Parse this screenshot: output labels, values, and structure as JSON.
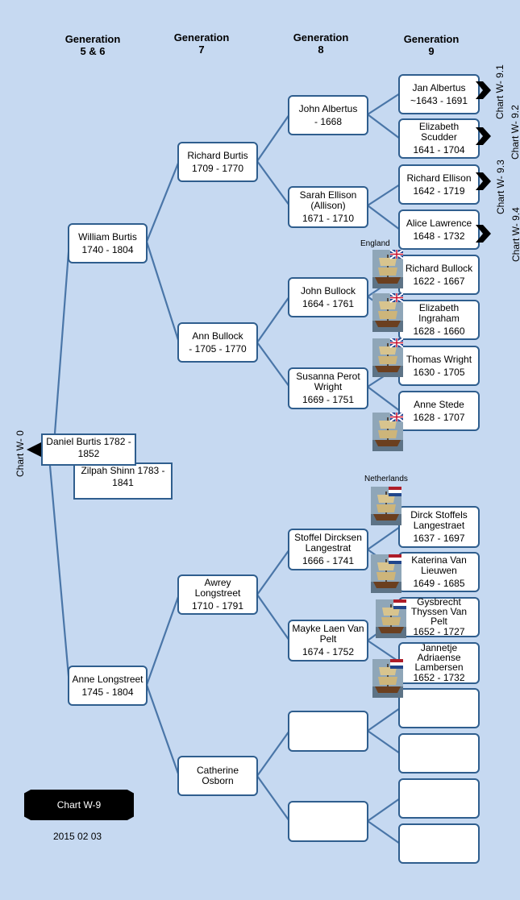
{
  "headers": [
    {
      "line1": "Generation",
      "line2": "5 & 6"
    },
    {
      "line1": "Generation",
      "line2": "7"
    },
    {
      "line1": "Generation",
      "line2": "8"
    },
    {
      "line1": "Generation",
      "line2": "9"
    }
  ],
  "root": {
    "name": "Daniel  Burtis",
    "dates": "1782  -  1852"
  },
  "spouse": {
    "name": "Zilpah  Shinn",
    "dates": "1783  -  1841"
  },
  "people": {
    "william_burtis": {
      "name": "William Burtis",
      "dates": "1740 - 1804"
    },
    "anne_longstreet": {
      "name": "Anne Longstreet",
      "dates": "1745 - 1804"
    },
    "richard_burtis": {
      "name": "Richard Burtis",
      "dates": "1709 - 1770"
    },
    "ann_bullock": {
      "name": "Ann Bullock",
      "dates": "- 1705 - 1770"
    },
    "awrey_longstreet": {
      "name": "Awrey  Longstreet",
      "dates": "1710 - 1791"
    },
    "catherine_osborn": {
      "name": "Catherine Osborn",
      "dates": ""
    },
    "john_albertus": {
      "name": "John Albertus",
      "dates": "- 1668"
    },
    "sarah_ellison": {
      "name": "Sarah Ellison (Allison)",
      "dates": "1671 - 1710"
    },
    "john_bullock": {
      "name": "John Bullock",
      "dates": "1664 - 1761"
    },
    "susanna_wright": {
      "name": "Susanna Perot Wright",
      "dates": "1669 - 1751"
    },
    "stoffel_langestrat": {
      "name": "Stoffel Dircksen Langestrat",
      "dates": "1666 - 1741"
    },
    "mayke_van_pelt": {
      "name": "Mayke  Laen Van Pelt",
      "dates": "1674 - 1752"
    },
    "jan_albertus": {
      "name": "Jan Albertus",
      "dates": "~1643 - 1691"
    },
    "elizabeth_scudder": {
      "name": "Elizabeth Scudder",
      "dates": "1641 - 1704"
    },
    "richard_ellison": {
      "name": "Richard Ellison",
      "dates": "1642 - 1719"
    },
    "alice_lawrence": {
      "name": "Alice Lawrence",
      "dates": "1648 - 1732"
    },
    "richard_bullock": {
      "name": "Richard Bullock",
      "dates": "1622 - 1667"
    },
    "elizabeth_ingraham": {
      "name": "Elizabeth Ingraham",
      "dates": "1628 - 1660"
    },
    "thomas_wright": {
      "name": "Thomas Wright",
      "dates": "1630 - 1705"
    },
    "anne_stede": {
      "name": "Anne Stede",
      "dates": "1628 - 1707"
    },
    "dirck_langestraet": {
      "name": "Dirck Stoffels Langestraet",
      "dates": "1637 - 1697"
    },
    "katerina_van_lieuwen": {
      "name": "Katerina Van Lieuwen",
      "dates": "1649 - 1685"
    },
    "gysbrecht_van_pelt": {
      "name": "Gysbrecht Thyssen Van Pelt",
      "dates": "1652 - 1727"
    },
    "jannetje_lambersen": {
      "name": "Jannetje Adriaense Lambersen",
      "dates": "1652 - 1732"
    }
  },
  "chart_links": {
    "w0": "Chart   W- 0",
    "w91": "Chart  W- 9.1",
    "w92": "Chart  W- 9.2",
    "w93": "Chart  W- 9.3",
    "w94": "Chart  W- 9.4"
  },
  "countries": {
    "england": "England",
    "netherlands": "Netherlands"
  },
  "badge": "Chart W-9",
  "date_stamp": "2015  02  03",
  "colors": {
    "background": "#c6d9f1",
    "box_border": "#2f5e8e",
    "connector": "#4a76a8"
  }
}
